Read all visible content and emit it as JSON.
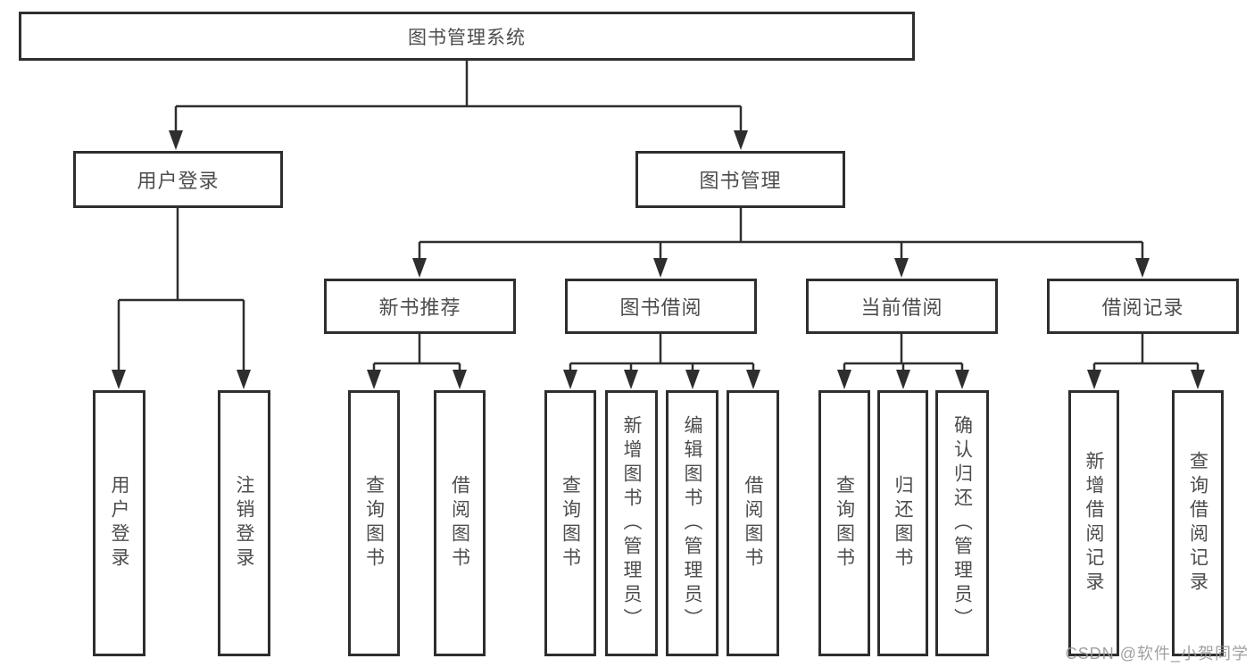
{
  "tree": {
    "root": "图书管理系统",
    "user_login": {
      "label": "用户登录",
      "leaves": [
        "用户登录",
        "注销登录"
      ]
    },
    "book_management": {
      "label": "图书管理",
      "sections": [
        {
          "label": "新书推荐",
          "leaves": [
            "查询图书",
            "借阅图书"
          ]
        },
        {
          "label": "图书借阅",
          "leaves": [
            "查询图书",
            "新增图书（管理员）",
            "编辑图书（管理员）",
            "借阅图书"
          ]
        },
        {
          "label": "当前借阅",
          "leaves": [
            "查询图书",
            "归还图书",
            "确认归还（管理员）"
          ]
        },
        {
          "label": "借阅记录",
          "leaves": [
            "新增借阅记录",
            "查询借阅记录"
          ]
        }
      ]
    }
  },
  "watermark": "CSDN @软件_小贺同学",
  "colors": {
    "line": "#2e2e2e",
    "text": "#4d4d4d",
    "watermark": "#969696",
    "background": "#ffffff"
  }
}
